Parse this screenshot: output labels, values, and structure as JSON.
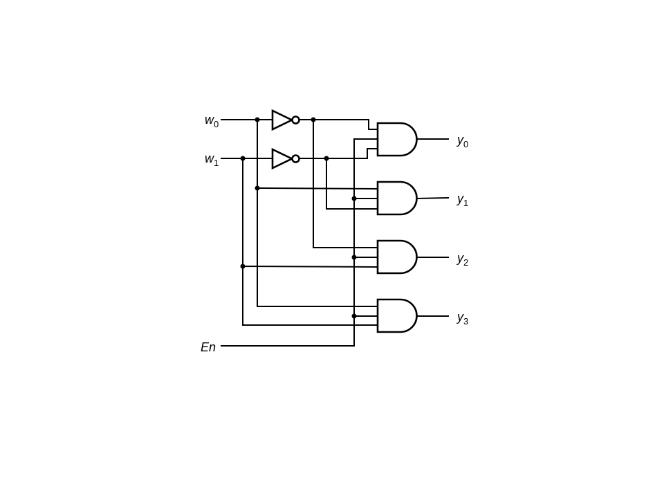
{
  "inputs": [
    {
      "name": "w",
      "sub": "0"
    },
    {
      "name": "w",
      "sub": "1"
    }
  ],
  "enable": {
    "name": "En"
  },
  "outputs": [
    {
      "name": "y",
      "sub": "0"
    },
    {
      "name": "y",
      "sub": "1"
    },
    {
      "name": "y",
      "sub": "2"
    },
    {
      "name": "y",
      "sub": "3"
    }
  ]
}
